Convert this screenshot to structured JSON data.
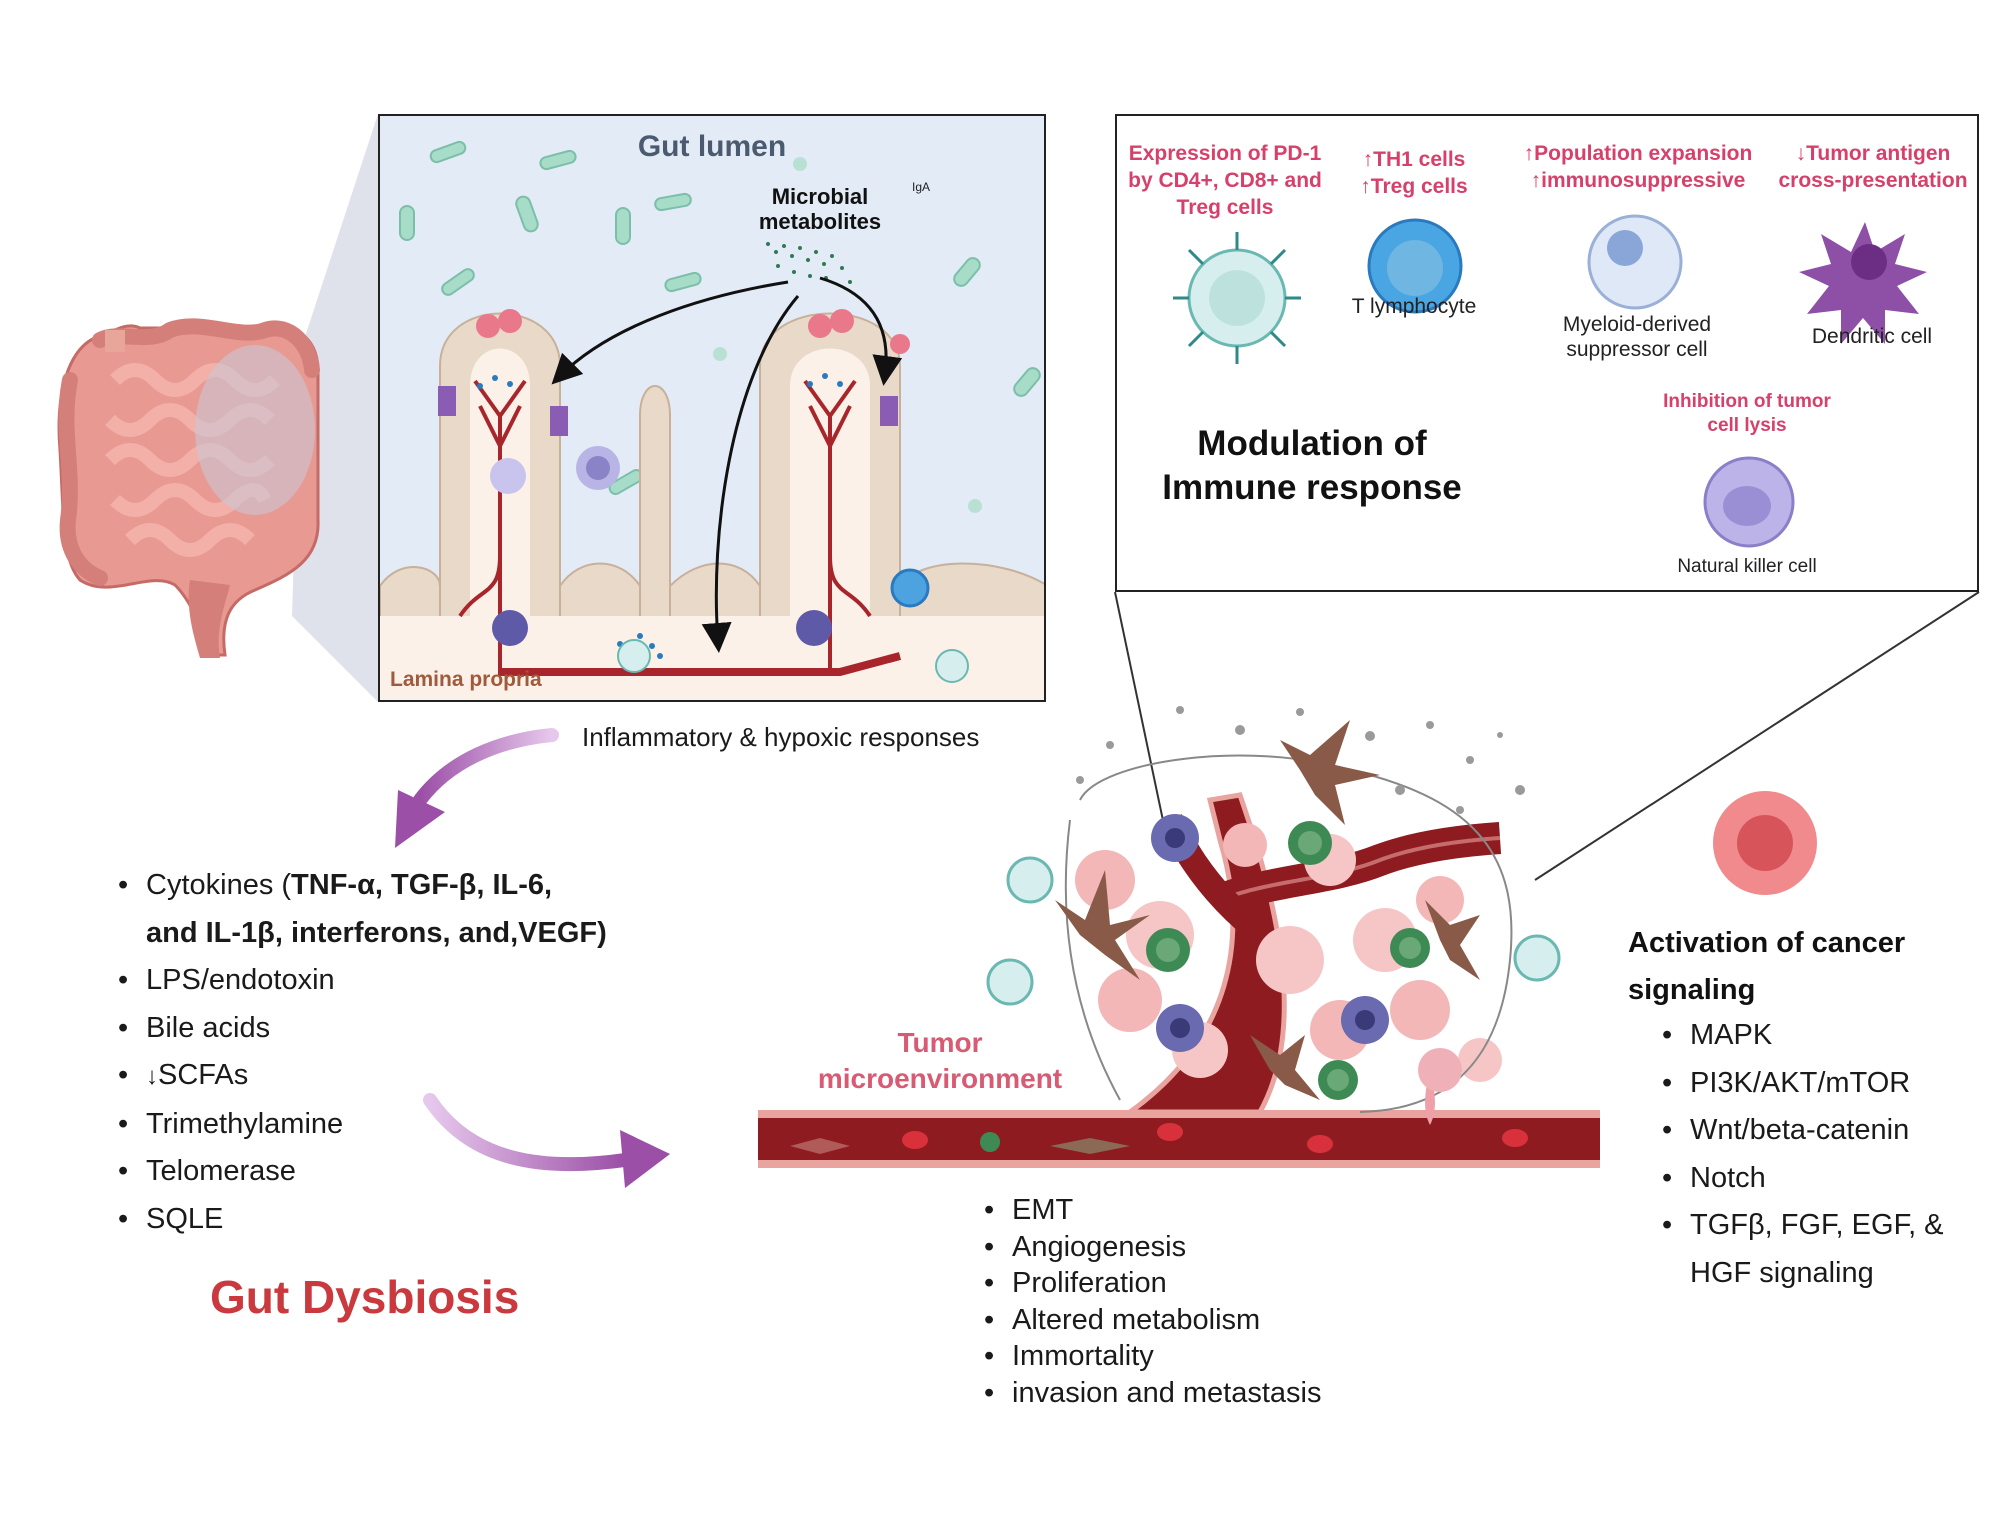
{
  "gut_panel": {
    "title": "Gut lumen",
    "metabolites_label": "Microbial metabolites",
    "iga_label": "IgA",
    "lamina_label": "Lamina propria"
  },
  "inflammatory_label": "Inflammatory & hypoxic responses",
  "immune_panel": {
    "title": "Modulation of Immune response",
    "cells": [
      {
        "effect": "Expression of PD-1 by CD4+, CD8+ and Treg cells",
        "name": ""
      },
      {
        "effect_lines": [
          "↑TH1 cells",
          "↑Treg cells"
        ],
        "name": "T lymphocyte"
      },
      {
        "effect_lines": [
          "↑Population expansion",
          "↑immunosuppressive"
        ],
        "name": "Myeloid-derived suppressor cell"
      },
      {
        "effect_lines": [
          "↓Tumor antigen",
          "cross-presentation"
        ],
        "name": "Dendritic cell"
      },
      {
        "effect": "Inhibition of tumor cell lysis",
        "name": "Natural killer cell"
      }
    ]
  },
  "dysbiosis": {
    "title": "Gut Dysbiosis",
    "items": {
      "cytokines_prefix": "Cytokines (",
      "cytokines_bold_1": "TNF-α, TGF-β, IL-6,",
      "cytokines_bold_2": "and IL-1β, interferons, and,VEGF",
      "cytokines_suffix": ")",
      "lps": "LPS/endotoxin",
      "bile": "Bile acids",
      "scfa_arrow": "↓",
      "scfa": "SCFAs",
      "tma": "Trimethylamine",
      "telomerase": "Telomerase",
      "sqle": "SQLE"
    }
  },
  "tumor_label": "Tumor microenvironment",
  "hallmarks": [
    "EMT",
    "Angiogenesis",
    "Proliferation",
    "Altered metabolism",
    "Immortality",
    "invasion and metastasis"
  ],
  "cancer_signaling": {
    "title": "Activation of cancer signaling",
    "items": [
      "MAPK",
      "PI3K/AKT/mTOR",
      "Wnt/beta-catenin",
      "Notch",
      "TGFβ, FGF, EGF, &",
      "HGF signaling"
    ]
  },
  "colors": {
    "accent_pink": "#d6406b",
    "dysbiosis_red": "#c9393e",
    "arrow_purple": "#9b5aa5",
    "vessel_red": "#8e1b1f"
  }
}
